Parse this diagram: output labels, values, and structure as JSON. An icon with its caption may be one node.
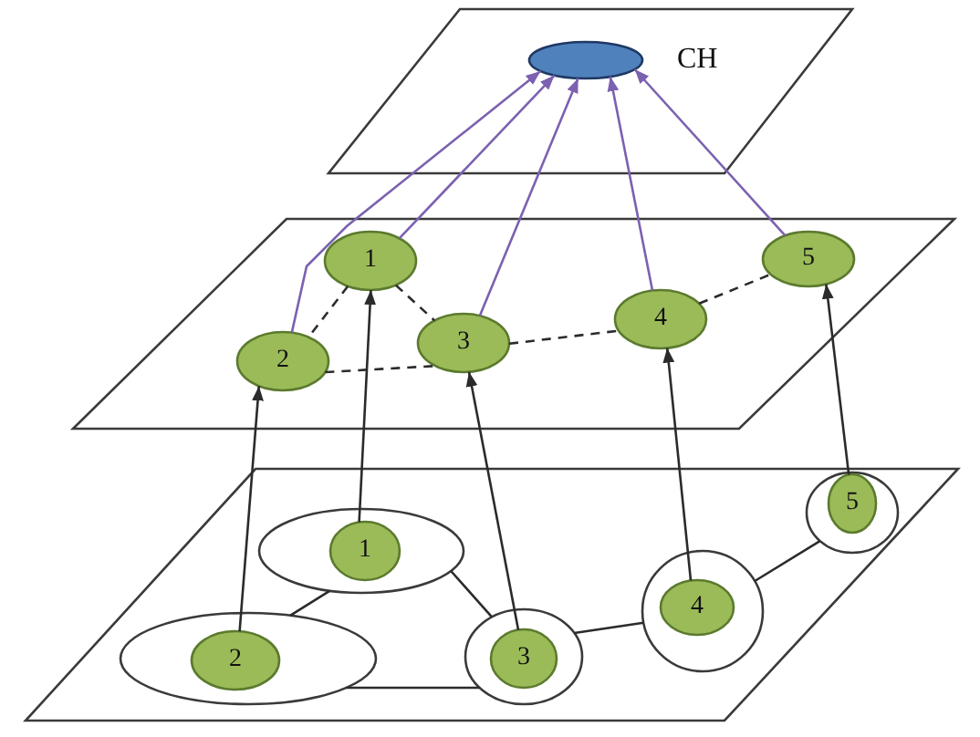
{
  "diagram": {
    "nodes": [
      {
        "text": [],
        "shape": "parallelogram"
      },
      {
        "text": [],
        "shape": "ellipse",
        "beside": [
          "CH"
        ],
        "in": 0
      },
      {
        "text": [],
        "shape": "parallelogram"
      },
      {
        "text": [
          "1"
        ],
        "in": 2
      },
      {
        "text": [
          "2"
        ],
        "in": 2
      },
      {
        "text": [
          "3"
        ],
        "in": 2
      },
      {
        "text": [
          "4"
        ],
        "in": 2
      },
      {
        "text": [
          "5"
        ],
        "in": 2
      },
      {
        "text": [],
        "shape": "parallelogram"
      },
      {
        "text": [],
        "shape": "ellipse",
        "in": 8
      },
      {
        "text": [
          "1"
        ],
        "in": 9
      },
      {
        "text": [],
        "shape": "ellipse",
        "in": 8
      },
      {
        "text": [
          "2"
        ],
        "in": 11
      },
      {
        "text": [],
        "shape": "circle",
        "in": 8
      },
      {
        "text": [
          "3"
        ],
        "in": 13
      },
      {
        "text": [],
        "shape": "circle",
        "in": 8
      },
      {
        "text": [
          "4"
        ],
        "in": 15
      },
      {
        "text": [],
        "shape": "circle",
        "in": 8
      },
      {
        "text": [
          "5"
        ],
        "in": 17
      }
    ],
    "edges": [
      {
        "from": 3,
        "to": 1,
        "arrow": "to",
        "color": "#7b61b0"
      },
      {
        "from": 4,
        "to": 1,
        "arrow": "to",
        "color": "#7b61b0"
      },
      {
        "from": 5,
        "to": 1,
        "arrow": "to",
        "color": "#7b61b0"
      },
      {
        "from": 6,
        "to": 1,
        "arrow": "to",
        "color": "#7b61b0"
      },
      {
        "from": 7,
        "to": 1,
        "arrow": "to",
        "color": "#7b61b0"
      },
      {
        "from": 3,
        "to": 4,
        "arrow": "none",
        "style": "dashed"
      },
      {
        "from": 3,
        "to": 5,
        "arrow": "none",
        "style": "dashed"
      },
      {
        "from": 4,
        "to": 5,
        "arrow": "none",
        "style": "dashed"
      },
      {
        "from": 5,
        "to": 6,
        "arrow": "none",
        "style": "dashed"
      },
      {
        "from": 6,
        "to": 7,
        "arrow": "none",
        "style": "dashed"
      },
      {
        "from": 10,
        "to": 3,
        "arrow": "to"
      },
      {
        "from": 12,
        "to": 4,
        "arrow": "to"
      },
      {
        "from": 14,
        "to": 5,
        "arrow": "to"
      },
      {
        "from": 16,
        "to": 6,
        "arrow": "to"
      },
      {
        "from": 18,
        "to": 7,
        "arrow": "to"
      },
      {
        "from": 9,
        "to": 11,
        "arrow": "none"
      },
      {
        "from": 9,
        "to": 13,
        "arrow": "none"
      },
      {
        "from": 11,
        "to": 13,
        "arrow": "none"
      },
      {
        "from": 13,
        "to": 15,
        "arrow": "none"
      },
      {
        "from": 15,
        "to": 17,
        "arrow": "none"
      }
    ]
  }
}
